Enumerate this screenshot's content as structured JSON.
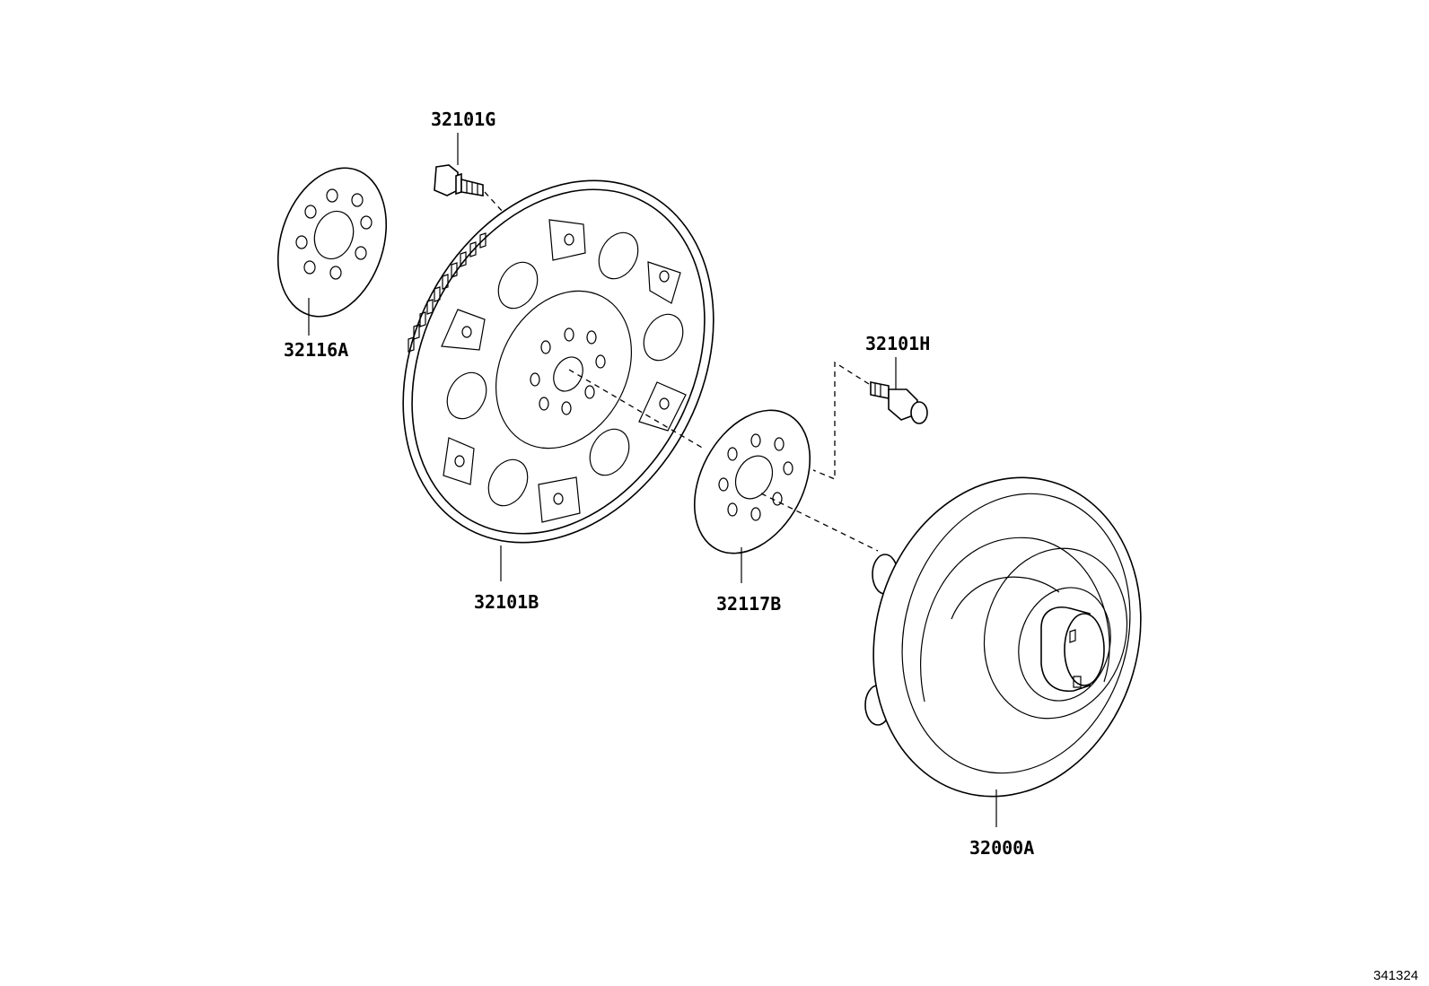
{
  "parts": [
    {
      "id": "32116A",
      "label": "32116A",
      "description_name": "drive-plate-spacer-front"
    },
    {
      "id": "32101G",
      "label": "32101G",
      "description_name": "flywheel-bolt"
    },
    {
      "id": "32101B",
      "label": "32101B",
      "description_name": "drive-plate-ring-gear"
    },
    {
      "id": "32117B",
      "label": "32117B",
      "description_name": "drive-plate-spacer-rear"
    },
    {
      "id": "32101H",
      "label": "32101H",
      "description_name": "converter-bolt"
    },
    {
      "id": "32000A",
      "label": "32000A",
      "description_name": "torque-converter"
    }
  ],
  "document_id": "341324"
}
